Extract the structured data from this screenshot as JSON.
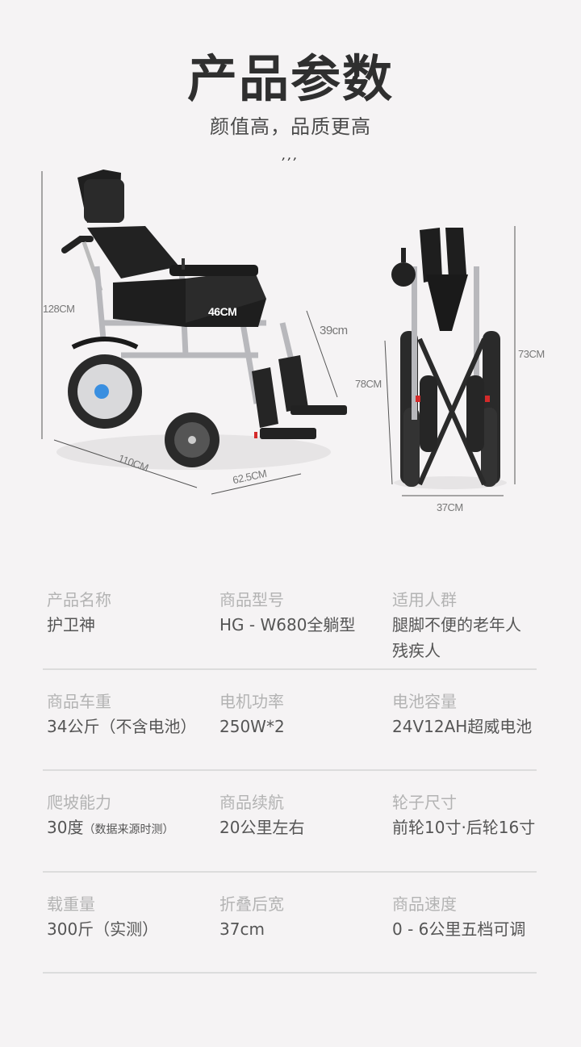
{
  "header": {
    "title": "产品参数",
    "subtitle": "颜值高，品质更高",
    "decoration": ",,,"
  },
  "figure": {
    "unfolded": {
      "height_label": "128CM",
      "seat_width_label": "46CM",
      "leg_rest_label": "39cm",
      "length_label": "110CM",
      "width_label": "62.5CM"
    },
    "folded": {
      "height_label": "78CM",
      "total_height_label": "73CM",
      "width_label": "37CM"
    },
    "colors": {
      "frame": "#b8b8bc",
      "seat": "#1e1e1e",
      "tire": "#2a2a2a",
      "hub": "#d9d9db",
      "hub_accent": "#3a8fe0",
      "reflector": "#d42a2a"
    }
  },
  "specs": {
    "rows": [
      {
        "cells": [
          {
            "label": "产品名称",
            "value": "护卫神"
          },
          {
            "label": "商品型号",
            "value": "HG - W680全躺型"
          },
          {
            "label": "适用人群",
            "value": "腿脚不便的老年人",
            "value2": "残疾人"
          }
        ]
      },
      {
        "cells": [
          {
            "label": "商品车重",
            "value": "34公斤（不含电池）"
          },
          {
            "label": "电机功率",
            "value": "250W*2"
          },
          {
            "label": "电池容量",
            "value": "24V12AH超威电池"
          }
        ]
      },
      {
        "cells": [
          {
            "label": "爬坡能力",
            "value": "30度",
            "note": "（数据来源时测）"
          },
          {
            "label": "商品续航",
            "value": "20公里左右"
          },
          {
            "label": "轮子尺寸",
            "value": "前轮10寸·后轮16寸"
          }
        ]
      },
      {
        "cells": [
          {
            "label": "载重量",
            "value": "300斤（实测）"
          },
          {
            "label": "折叠后宽",
            "value": "37cm"
          },
          {
            "label": "商品速度",
            "value": "0 - 6公里五档可调"
          }
        ]
      }
    ]
  }
}
